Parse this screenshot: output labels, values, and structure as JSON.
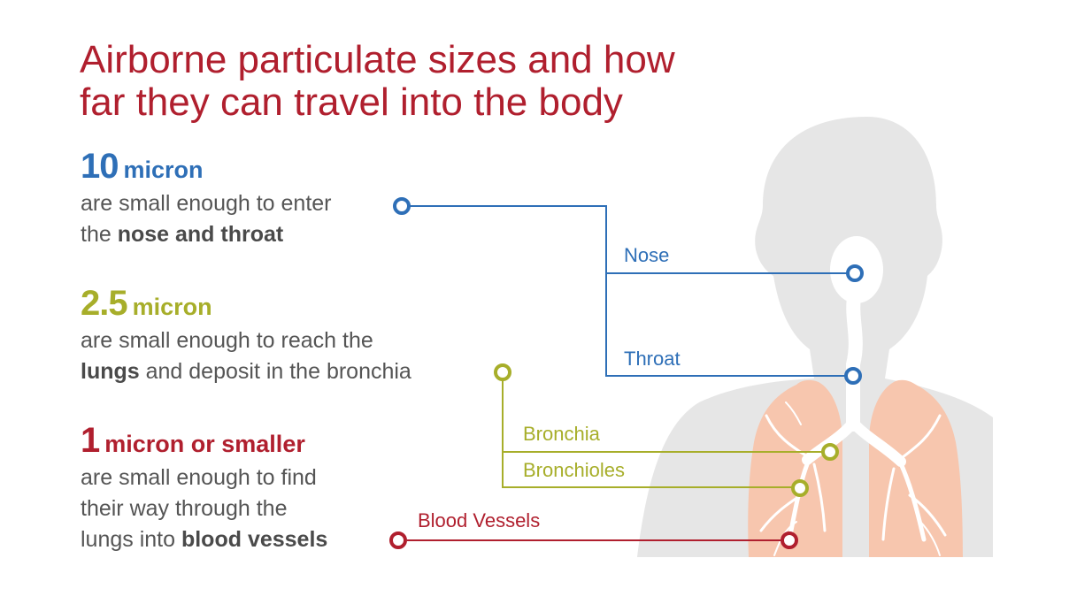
{
  "title": {
    "line1": "Airborne particulate sizes and how",
    "line2": "far they can travel into the body"
  },
  "colors": {
    "title": "#b01f2e",
    "blue": "#2e6fb7",
    "olive": "#a7ae2a",
    "red": "#b01f2e",
    "silhouette": "#e6e6e6",
    "lungs": "#f7c6ae",
    "airway": "#ffffff",
    "body_text": "#555555"
  },
  "sizes": [
    {
      "number": "10",
      "unit": "micron",
      "text1": "are small enough to enter",
      "text2_pre": "the ",
      "text2_bold": "nose and throat",
      "text2_post": ""
    },
    {
      "number": "2.5",
      "unit": "micron",
      "text1": "are small enough to reach the",
      "text2_bold": "lungs",
      "text2_post": " and deposit in the bronchia"
    },
    {
      "number": "1",
      "unit": "micron or smaller",
      "text1": "are small enough to find",
      "text2": "their way through the",
      "text3_pre": "lungs into ",
      "text3_bold": "blood vessels"
    }
  ],
  "labels": {
    "nose": "Nose",
    "throat": "Throat",
    "bronchia": "Bronchia",
    "bronchioles": "Bronchioles",
    "blood_vessels": "Blood Vessels"
  }
}
